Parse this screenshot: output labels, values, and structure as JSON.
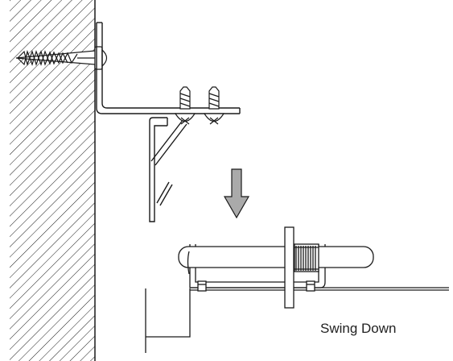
{
  "caption": "Swing Down",
  "colors": {
    "line": "#1a1a1a",
    "arrow_fill": "#aaaaaa",
    "background": "#ffffff"
  },
  "icons": [
    "wall-hatch",
    "wall-anchor-screw",
    "bracket",
    "self-tapping-screw-icon",
    "down-arrow-icon",
    "swing-rod-assembly"
  ]
}
